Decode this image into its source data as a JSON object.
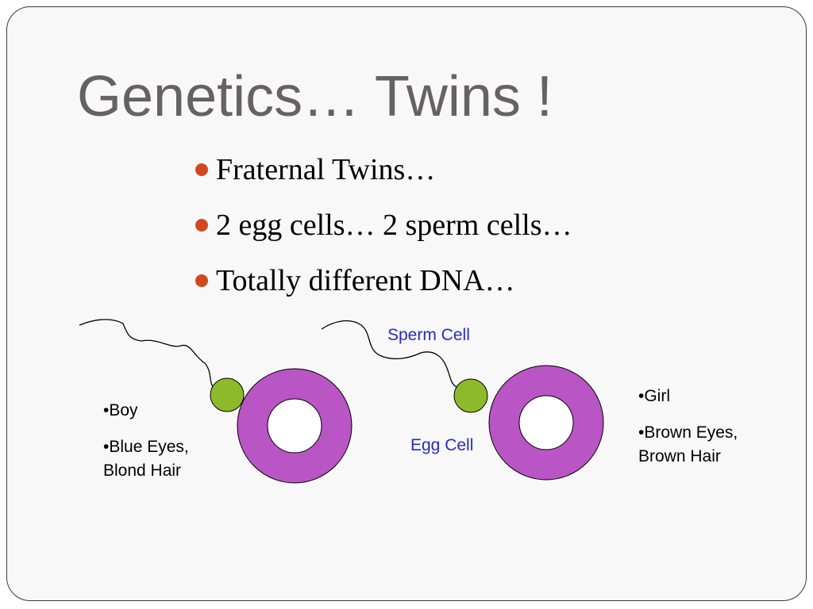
{
  "slide": {
    "title": "Genetics… Twins !",
    "bullets": [
      "Fraternal Twins…",
      "2 egg cells… 2 sperm cells…",
      "Totally different DNA…"
    ]
  },
  "diagram": {
    "sperm_label": "Sperm Cell",
    "egg_label": "Egg Cell",
    "left_twin": {
      "lines": [
        "•Boy",
        "•Blue Eyes, Blond Hair"
      ]
    },
    "right_twin": {
      "lines": [
        "•Girl",
        "•Brown Eyes, Brown Hair"
      ]
    },
    "colors": {
      "egg": "#b955c4",
      "sperm_head": "#8dba2a",
      "bullet": "#d2481e",
      "title": "#666263",
      "label": "#2a2abf"
    }
  }
}
